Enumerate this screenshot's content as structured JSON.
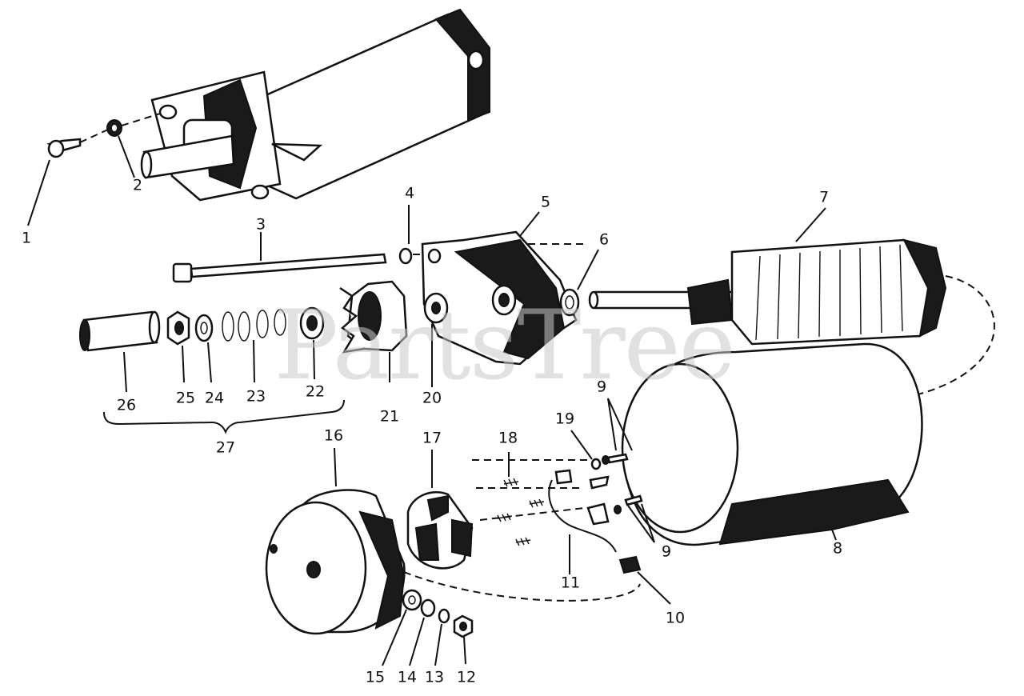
{
  "watermark": "PartsTree",
  "callouts": [
    "1",
    "2",
    "3",
    "4",
    "5",
    "6",
    "7",
    "8",
    "9",
    "9",
    "10",
    "11",
    "12",
    "13",
    "14",
    "15",
    "16",
    "17",
    "18",
    "19",
    "20",
    "21",
    "22",
    "23",
    "24",
    "25",
    "26",
    "27"
  ]
}
